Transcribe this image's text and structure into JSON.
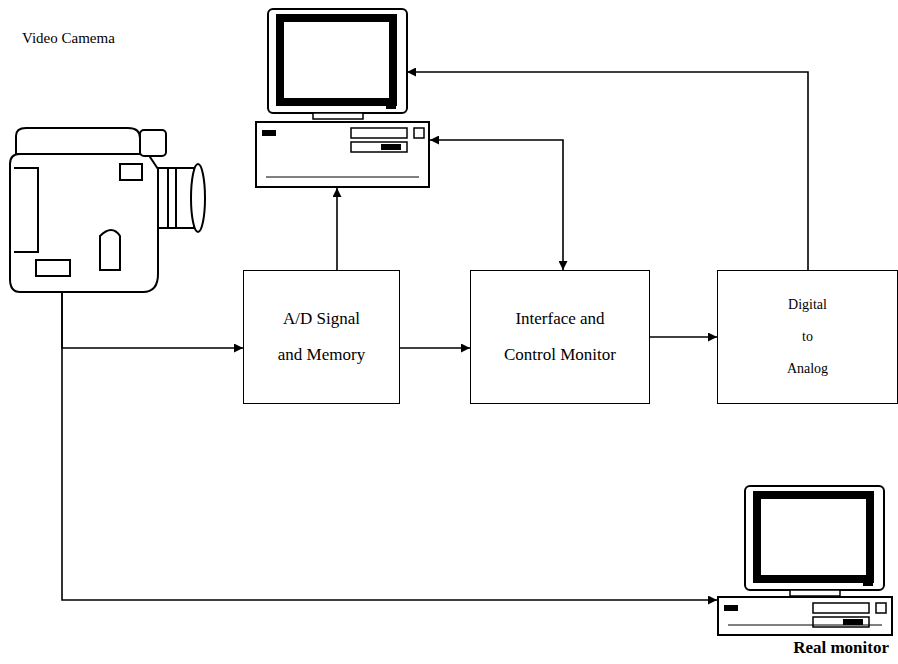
{
  "diagram": {
    "nodes": [
      {
        "text": [
          "Video Camema"
        ]
      },
      {
        "text": []
      },
      {
        "text": [
          "A/D Signal and Memory"
        ]
      },
      {
        "text": [
          "Interface and Control Monitor"
        ]
      },
      {
        "text": [
          "Digital to Analog"
        ]
      },
      {
        "text": [
          "Real monitor"
        ]
      }
    ],
    "edges": [
      {
        "from": 0,
        "to": 2,
        "arrow": "to"
      },
      {
        "from": 0,
        "to": 5,
        "arrow": "to"
      },
      {
        "from": 2,
        "to": 1,
        "arrow": "to"
      },
      {
        "from": 2,
        "to": 3,
        "arrow": "to"
      },
      {
        "from": 3,
        "to": 1,
        "arrow": "both"
      },
      {
        "from": 3,
        "to": 4,
        "arrow": "to"
      },
      {
        "from": 4,
        "to": 1,
        "arrow": "to"
      }
    ]
  }
}
